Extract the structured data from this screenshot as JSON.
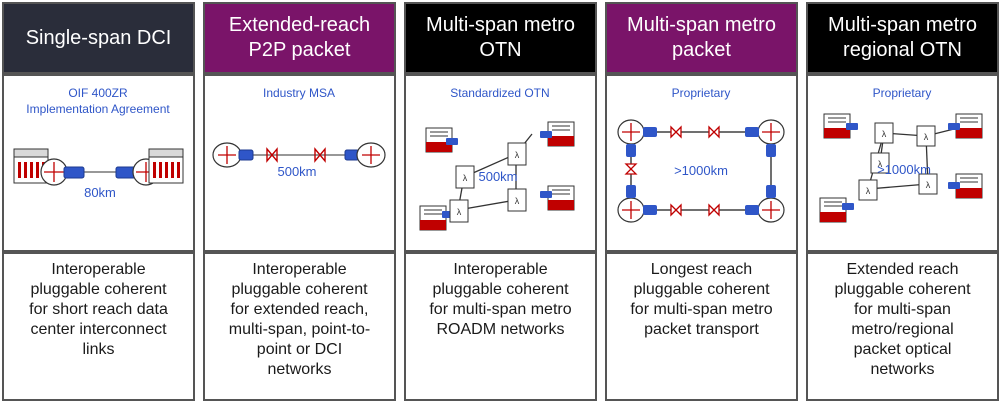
{
  "columns": [
    {
      "header_lines": [
        "Single-span DCI"
      ],
      "header_color": "#2a2d3a",
      "standard_lines": [
        "OIF 400ZR",
        "Implementation Agreement"
      ],
      "distance": "80km",
      "description_lines": [
        "Interoperable",
        "pluggable coherent",
        "for short reach data",
        "center interconnect",
        "links"
      ]
    },
    {
      "header_lines": [
        "Extended-reach",
        "P2P packet"
      ],
      "header_color": "#7a1469",
      "standard_lines": [
        "Industry MSA"
      ],
      "distance": "500km",
      "description_lines": [
        "Interoperable",
        "pluggable coherent",
        "for extended reach,",
        "multi-span, point-to-",
        "point or DCI",
        "networks"
      ]
    },
    {
      "header_lines": [
        "Multi-span metro",
        "OTN"
      ],
      "header_color": "#000000",
      "standard_lines": [
        "Standardized OTN"
      ],
      "distance": "500km",
      "description_lines": [
        "Interoperable",
        "pluggable coherent",
        "for multi-span metro",
        "ROADM networks"
      ]
    },
    {
      "header_lines": [
        "Multi-span metro",
        "packet"
      ],
      "header_color": "#7a1469",
      "standard_lines": [
        "Proprietary"
      ],
      "distance": ">1000km",
      "description_lines": [
        "Longest reach",
        "pluggable coherent",
        "for multi-span metro",
        "packet transport"
      ]
    },
    {
      "header_lines": [
        "Multi-span metro",
        "regional OTN"
      ],
      "header_color": "#000000",
      "standard_lines": [
        "Proprietary"
      ],
      "distance": ">1000km",
      "description_lines": [
        "Extended reach",
        "pluggable coherent",
        "for multi-span",
        "metro/regional",
        "packet optical",
        "networks"
      ]
    }
  ]
}
